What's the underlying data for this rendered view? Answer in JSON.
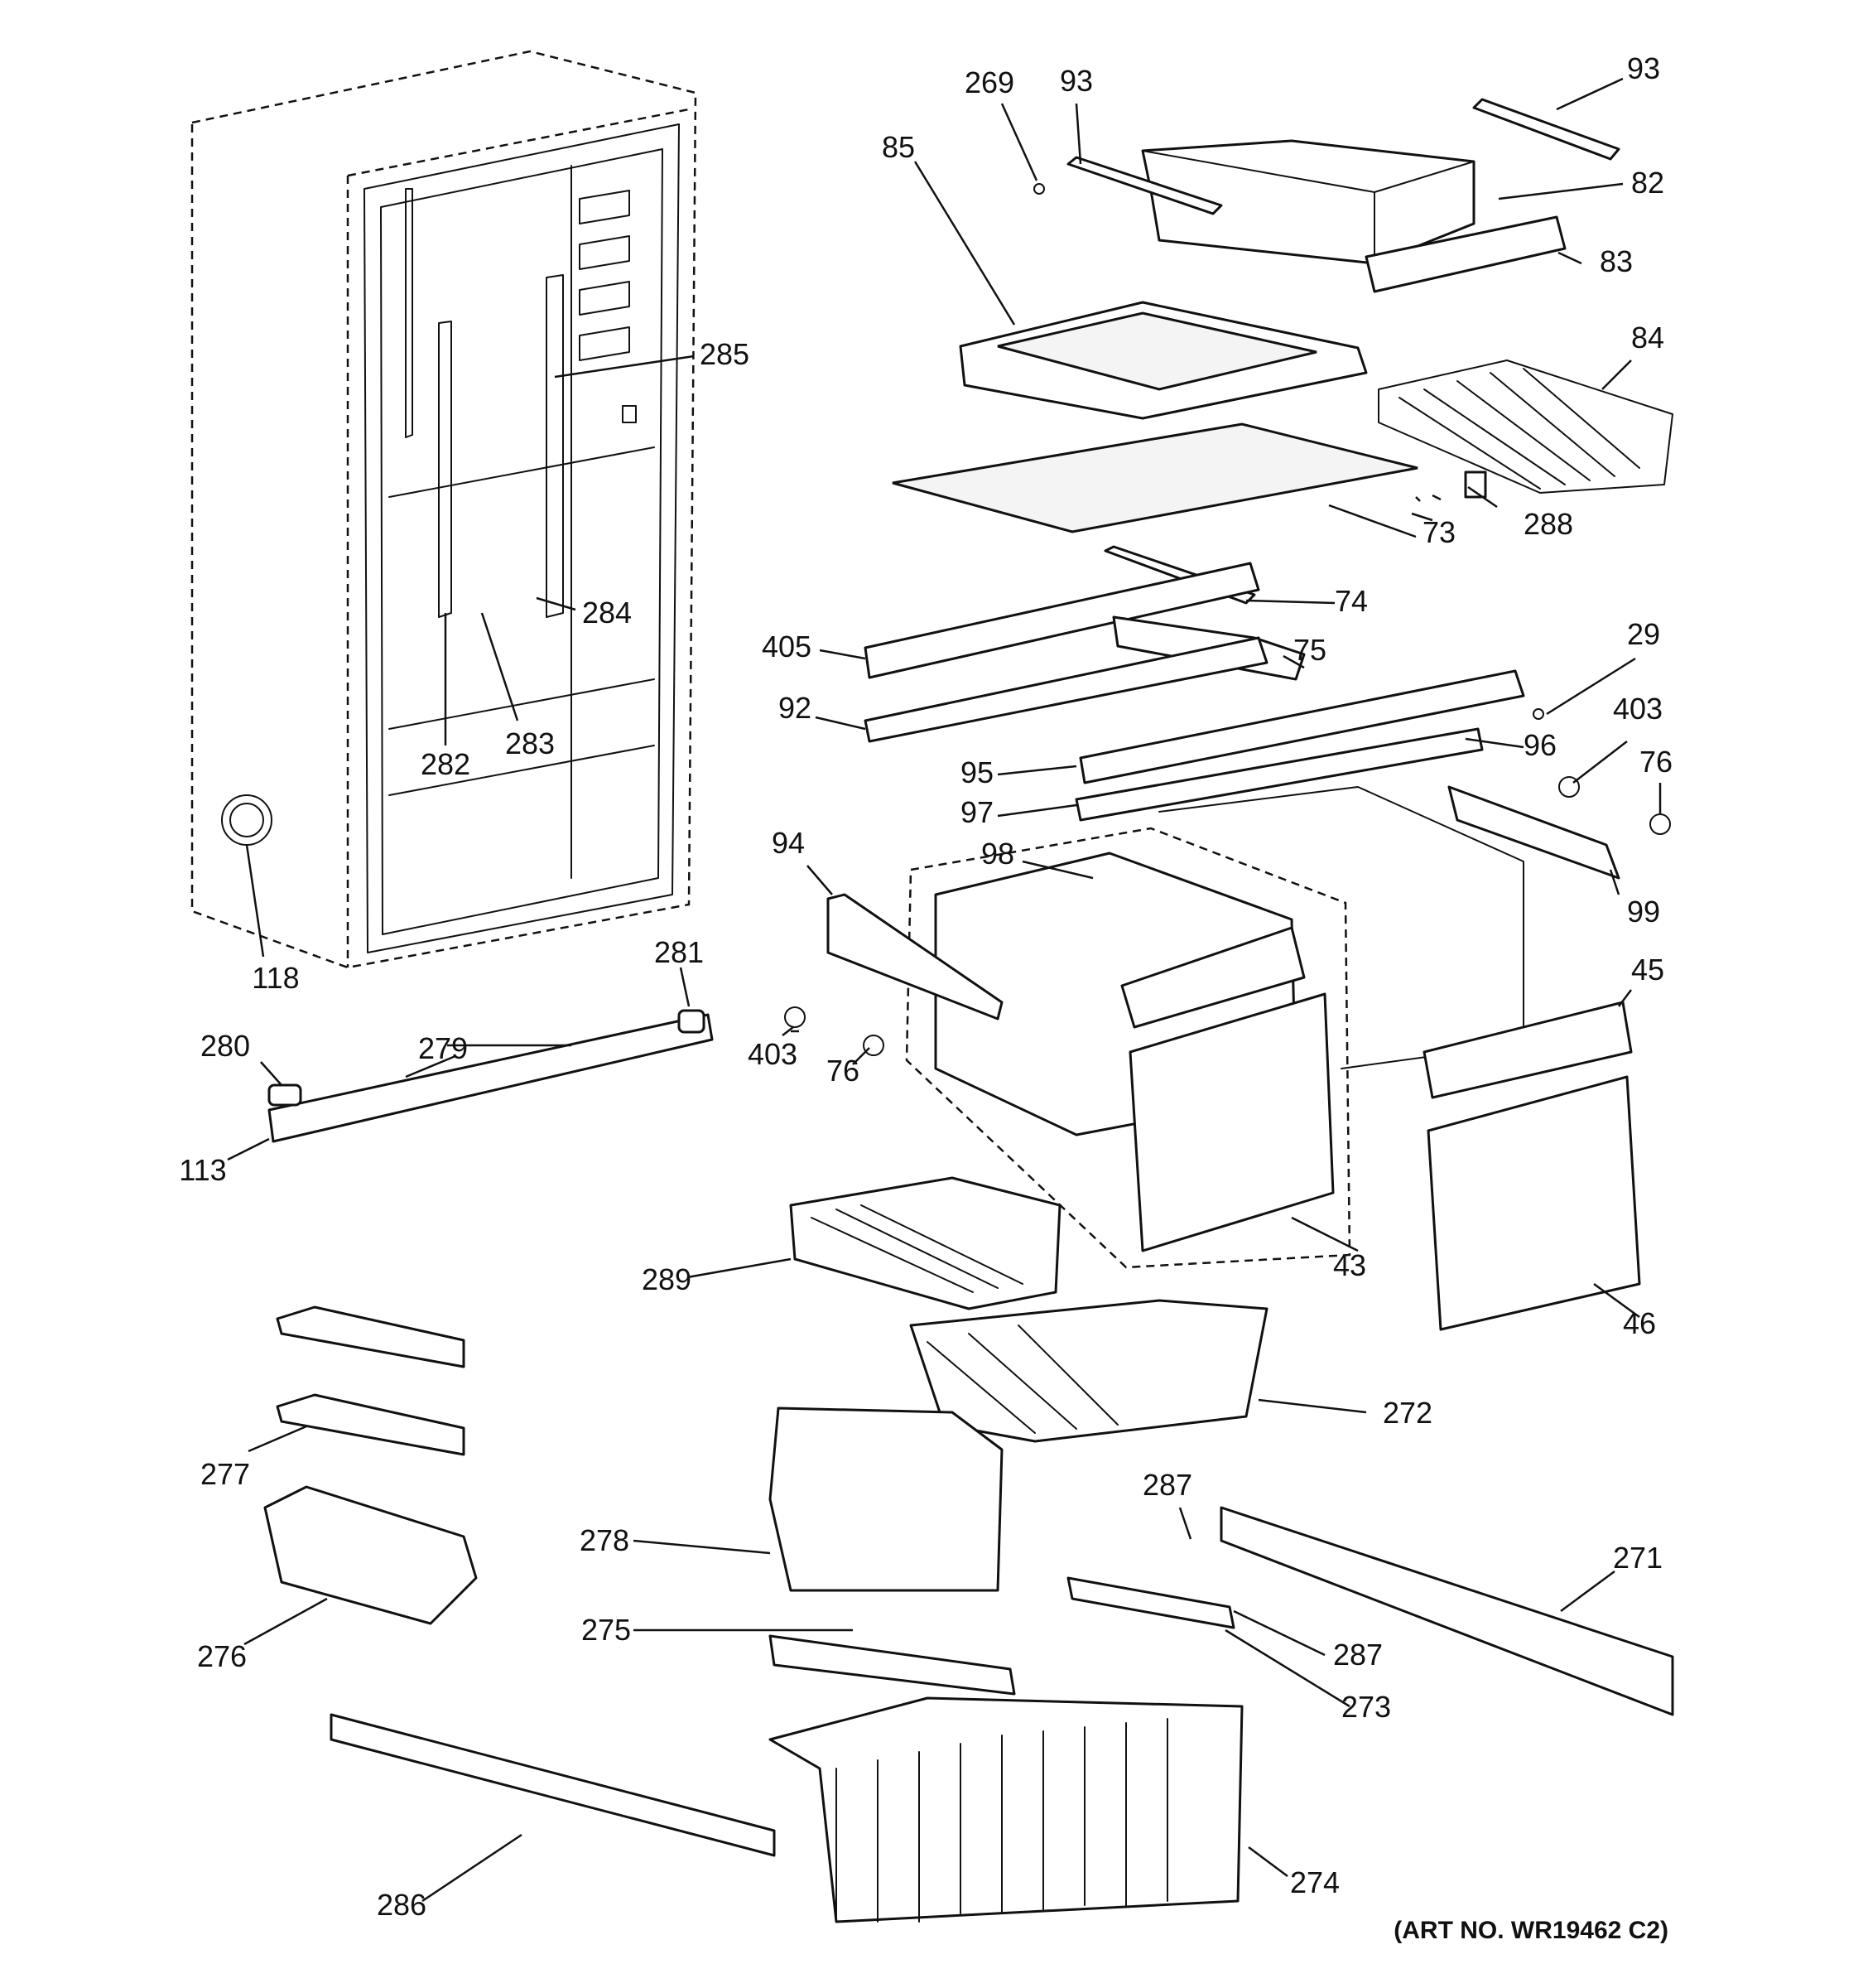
{
  "diagram": {
    "art_number": "(ART NO. WR19462 C2)",
    "callouts": {
      "c269": "269",
      "c93a": "93",
      "c93b": "93",
      "c85": "85",
      "c82": "82",
      "c83": "83",
      "c84": "84",
      "c73": "73",
      "c288": "288",
      "c285": "285",
      "c284": "284",
      "c282": "282",
      "c283": "283",
      "c74": "74",
      "c405": "405",
      "c75": "75",
      "c29": "29",
      "c92": "92",
      "c96": "96",
      "c403a": "403",
      "c76a": "76",
      "c95": "95",
      "c97": "97",
      "c94": "94",
      "c98": "98",
      "c99": "99",
      "c118": "118",
      "c281": "281",
      "c45": "45",
      "c280": "280",
      "c279": "279",
      "c403b": "403",
      "c76b": "76",
      "c113": "113",
      "c289": "289",
      "c43": "43",
      "c46": "46",
      "c272": "272",
      "c277": "277",
      "c287a": "287",
      "c278": "278",
      "c271": "271",
      "c276": "276",
      "c275": "275",
      "c287b": "287",
      "c273": "273",
      "c286": "286",
      "c274": "274"
    }
  }
}
